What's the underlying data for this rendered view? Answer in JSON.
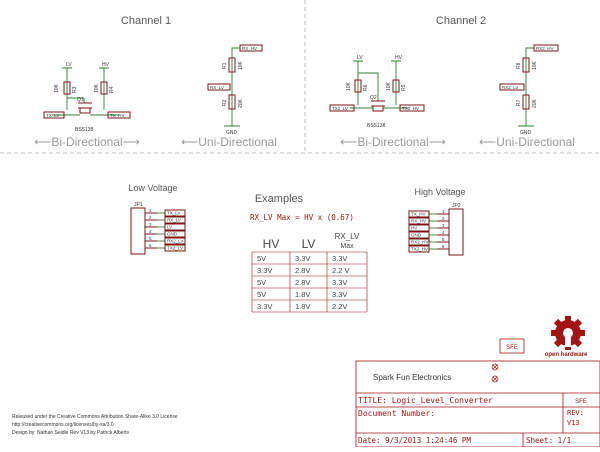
{
  "channels": {
    "ch1": {
      "title": "Channel 1",
      "bi": {
        "lv": "LV",
        "hv": "HV",
        "r3_name": "R3",
        "r3_val": "10K",
        "r4_name": "R4",
        "r4_val": "10K",
        "q_name": "Q1",
        "q_part": "BSS138",
        "tx_lv": "TX_LV",
        "tx_hv": "TX_HV",
        "caption": "⟵Bi-Directional⟶"
      },
      "uni": {
        "top_net": "RX_HV",
        "r1_name": "R1",
        "r1_val": "10K",
        "r2_name": "R2",
        "r2_val": "20K",
        "mid_net": "RX_LV",
        "gnd": "GND",
        "caption": "⟵Uni-Directional"
      }
    },
    "ch2": {
      "title": "Channel 2",
      "bi": {
        "lv": "LV",
        "hv": "HV",
        "r3_name": "R6",
        "r3_val": "10K",
        "r4_name": "R5",
        "r4_val": "10K",
        "q_name": "Q2",
        "q_part": "BSS138",
        "tx_lv": "TX2_LV",
        "tx_hv": "TX2_HV",
        "caption": "⟵Bi-Directional⟶"
      },
      "uni": {
        "top_net": "RX2_HV",
        "r1_name": "R8",
        "r1_val": "10K",
        "r2_name": "R7",
        "r2_val": "20K",
        "mid_net": "RX2_LV",
        "gnd": "GND",
        "caption": "⟵Uni-Directional"
      }
    }
  },
  "low_voltage": {
    "title": "Low Voltage",
    "ref": "JP1",
    "pins": [
      "1",
      "2",
      "3",
      "4",
      "5",
      "6"
    ],
    "nets": [
      "TX_LV",
      "RX_LV",
      "LV",
      "GND",
      "RX2_LV",
      "TX2_LV"
    ]
  },
  "high_voltage": {
    "title": "High Voltage",
    "ref": "JP2",
    "pins": [
      "1",
      "2",
      "3",
      "4",
      "5",
      "6"
    ],
    "nets": [
      "TX_HV",
      "RX_HV",
      "HV",
      "GND",
      "RX2_HV",
      "TX2_HV"
    ]
  },
  "examples": {
    "title": "Examples",
    "formula": "RX_LV Max = HV x (0.67)",
    "headers": [
      "HV",
      "LV",
      "RX_LV\nMax"
    ],
    "rows": [
      [
        "5V",
        "3.3V",
        "3.3V"
      ],
      [
        "3.3V",
        "2.8V",
        "2.2 V"
      ],
      [
        "5V",
        "2.8V",
        "3.3V"
      ],
      [
        "5V",
        "1.8V",
        "3.3V"
      ],
      [
        "3.3V",
        "1.8V",
        "2.2V"
      ]
    ]
  },
  "logos": {
    "sfe_small": "SFE",
    "oshw": "open hardware",
    "sfe_frame": "SFE"
  },
  "title_block": {
    "company": "Spark Fun Electronics",
    "title": "TITLE: Logic_Level_Converter",
    "doc_number": "Document Number:",
    "rev_label": "REV:",
    "rev_value": "V13",
    "date": "Date: 9/3/2013 1:24:46 PM",
    "sheet": "Sheet: 1/1"
  },
  "license": {
    "line1": "Released under the Creative Commons Attribution Share-Alike 3.0 License",
    "line2": "http://creativecommons.org/licenses/by-sa/3.0",
    "line3": "Design by: Nathan Seidle   Rev V13 by Patrick Alberts"
  },
  "colors": {
    "schematic": "#7a1414",
    "wires": "#2e7d32",
    "frame": "#a31515",
    "divider": "#c0c0c0"
  }
}
